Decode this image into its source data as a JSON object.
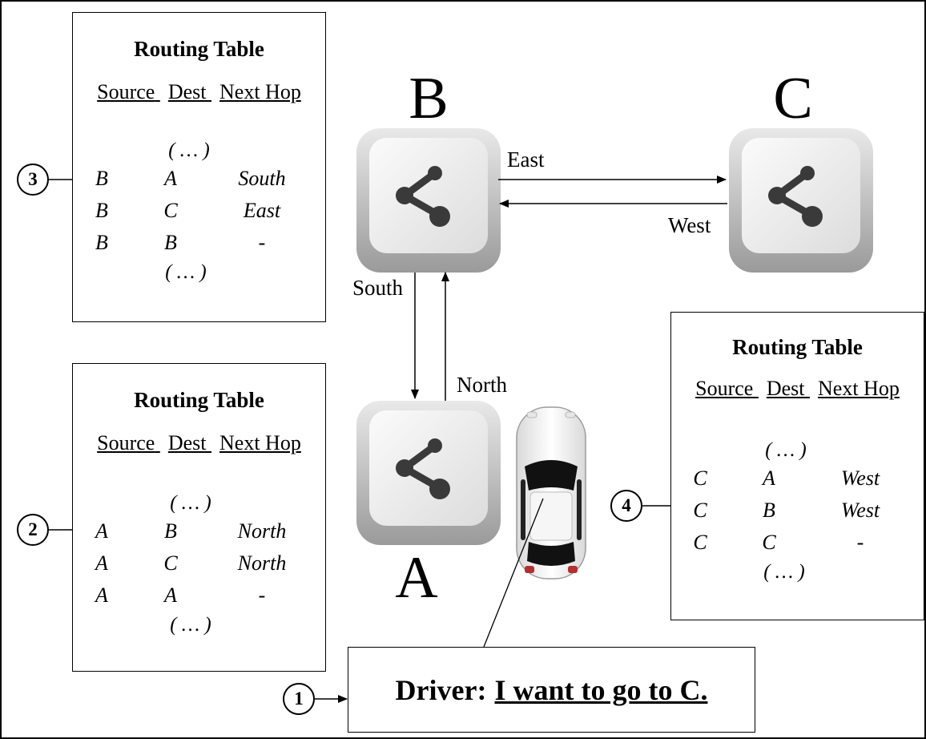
{
  "tables": [
    {
      "id": "B",
      "title": "Routing Table",
      "headers": [
        "Source",
        "Dest",
        "Next Hop"
      ],
      "ellipsis": "( … )",
      "rows": [
        [
          "B",
          "A",
          "South"
        ],
        [
          "B",
          "C",
          "East"
        ],
        [
          "B",
          "B",
          "-"
        ]
      ]
    },
    {
      "id": "A",
      "title": "Routing Table",
      "headers": [
        "Source",
        "Dest",
        "Next Hop"
      ],
      "ellipsis": "( … )",
      "rows": [
        [
          "A",
          "B",
          "North"
        ],
        [
          "A",
          "C",
          "North"
        ],
        [
          "A",
          "A",
          "-"
        ]
      ]
    },
    {
      "id": "C",
      "title": "Routing Table",
      "headers": [
        "Source",
        "Dest",
        "Next Hop"
      ],
      "ellipsis": "( … )",
      "rows": [
        [
          "C",
          "A",
          "West"
        ],
        [
          "C",
          "B",
          "West"
        ],
        [
          "C",
          "C",
          "-"
        ]
      ]
    }
  ],
  "nodes": {
    "a": "A",
    "b": "B",
    "c": "C"
  },
  "links": {
    "east": "East",
    "west": "West",
    "south": "South",
    "north": "North"
  },
  "driver": {
    "prefix": "Driver:",
    "said": "I want to go to C."
  },
  "steps": [
    "1",
    "2",
    "3",
    "4"
  ],
  "icons": {
    "router": "share-icon",
    "car": "car-icon"
  }
}
